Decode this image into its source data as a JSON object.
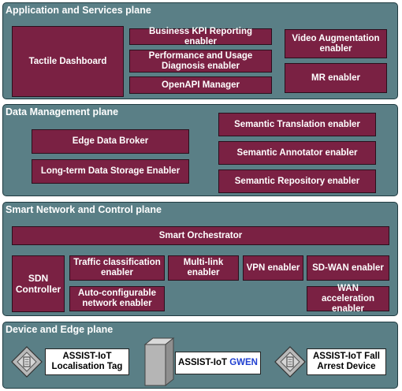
{
  "planes": {
    "app": {
      "title": "Application and Services plane",
      "tactile_dashboard": "Tactile Dashboard",
      "business_kpi": "Business KPI Reporting enabler",
      "performance_usage": "Performance and Usage Diagnosis enabler",
      "openapi": "OpenAPI Manager",
      "video_augmentation": "Video Augmentation enabler",
      "mr": "MR enabler"
    },
    "data": {
      "title": "Data Management plane",
      "edge_data_broker": "Edge Data Broker",
      "long_term_storage": "Long-term Data Storage Enabler",
      "semantic_translation": "Semantic Translation enabler",
      "semantic_annotator": "Semantic Annotator enabler",
      "semantic_repository": "Semantic Repository enabler"
    },
    "network": {
      "title": "Smart Network and Control plane",
      "smart_orchestrator": "Smart Orchestrator",
      "sdn_controller": "SDN Controller",
      "traffic_classification": "Traffic classification enabler",
      "auto_configurable": "Auto-configurable network enabler",
      "multi_link": "Multi-link enabler",
      "vpn": "VPN enabler",
      "sd_wan": "SD-WAN enabler",
      "wan_acceleration": "WAN acceleration enabler"
    },
    "device": {
      "title": "Device and Edge plane",
      "localisation_tag": "ASSIST-IoT Localisation Tag",
      "gwen_prefix": "ASSIST-IoT",
      "gwen_name": "GWEN",
      "fall_arrest": "ASSIST-IoT Fall Arrest Device"
    }
  },
  "colors": {
    "plane_bg": "#5a7f86",
    "enabler_bg": "#7a2143",
    "gwen_text": "#1f3fd0"
  },
  "icons": [
    "diamond-device-icon",
    "server-tower-icon"
  ]
}
